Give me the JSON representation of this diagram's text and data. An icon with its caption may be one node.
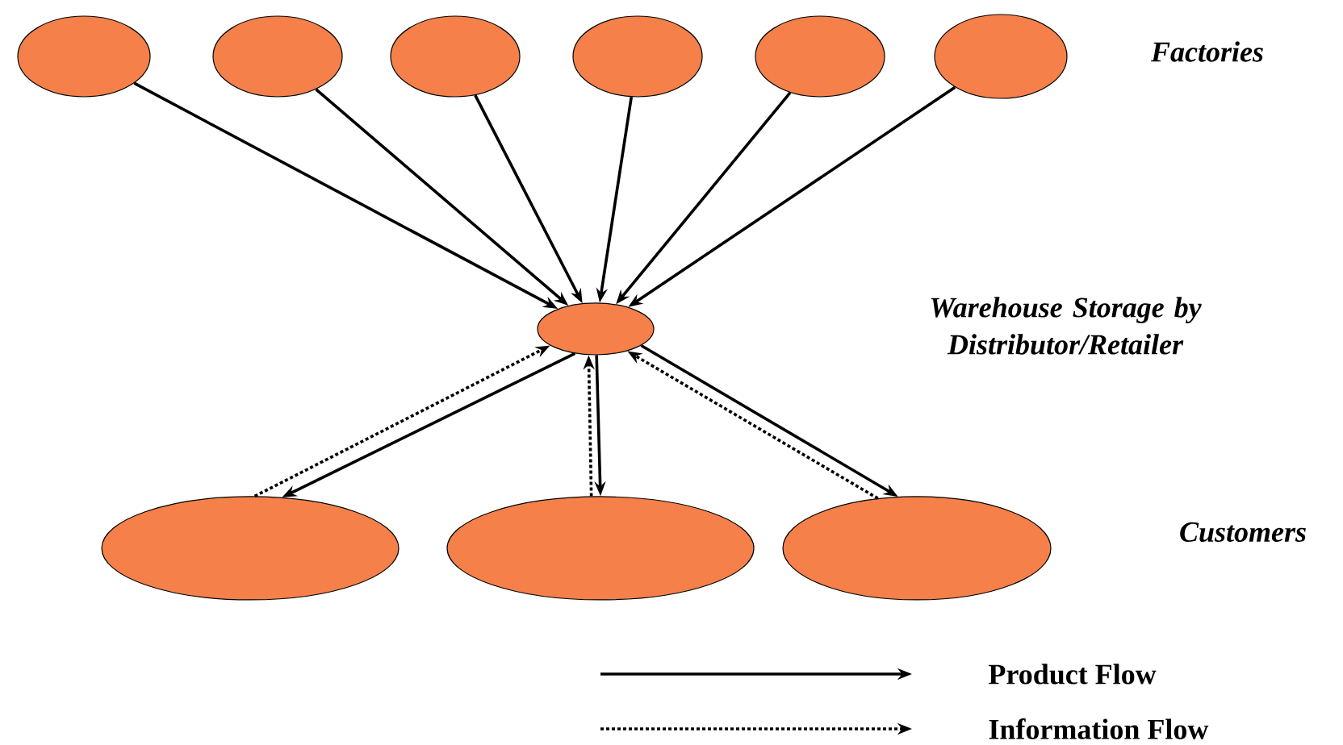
{
  "diagram": {
    "nodes": [
      {
        "text": [],
        "shape": "ellipse"
      },
      {
        "text": [],
        "shape": "ellipse"
      },
      {
        "text": [],
        "shape": "ellipse"
      },
      {
        "text": [],
        "shape": "ellipse"
      },
      {
        "text": [],
        "shape": "ellipse"
      },
      {
        "text": [],
        "shape": "ellipse"
      },
      {
        "text": [],
        "shape": "ellipse"
      },
      {
        "text": [],
        "shape": "ellipse"
      },
      {
        "text": [],
        "shape": "ellipse"
      },
      {
        "text": [],
        "shape": "ellipse"
      }
    ],
    "edges": [
      {
        "from": 0,
        "to": 6,
        "arrow": "to"
      },
      {
        "from": 1,
        "to": 6,
        "arrow": "to"
      },
      {
        "from": 2,
        "to": 6,
        "arrow": "to"
      },
      {
        "from": 3,
        "to": 6,
        "arrow": "to"
      },
      {
        "from": 4,
        "to": 6,
        "arrow": "to"
      },
      {
        "from": 5,
        "to": 6,
        "arrow": "to"
      },
      {
        "from": 6,
        "to": 7,
        "arrow": "to"
      },
      {
        "from": 7,
        "to": 6,
        "arrow": "to",
        "style": "dashed"
      },
      {
        "from": 6,
        "to": 8,
        "arrow": "to"
      },
      {
        "from": 8,
        "to": 6,
        "arrow": "to",
        "style": "dashed"
      },
      {
        "from": 6,
        "to": 9,
        "arrow": "to"
      },
      {
        "from": 9,
        "to": 6,
        "arrow": "to",
        "style": "dashed"
      }
    ],
    "labels": [
      "Factories",
      "Warehouse Storage by Distributor/Retailer",
      "Customers"
    ],
    "legend": [
      {
        "text": "Product Flow"
      },
      {
        "text": "Information Flow"
      }
    ]
  }
}
